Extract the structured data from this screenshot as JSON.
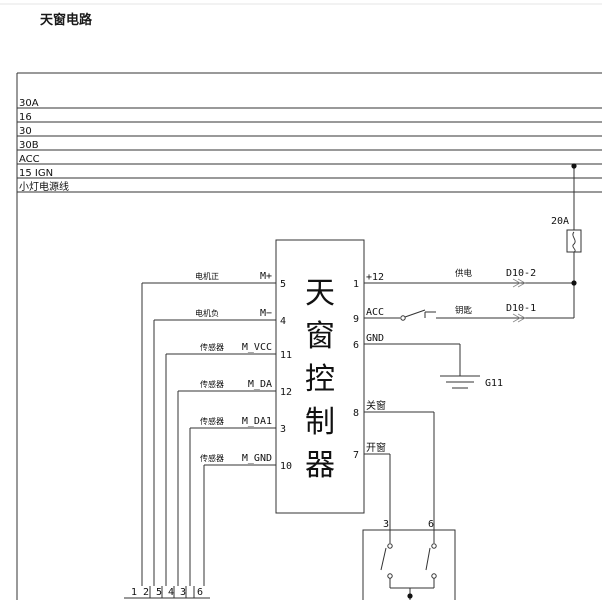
{
  "title": "天窗电路",
  "bus_lines": [
    "30A",
    "16",
    "30",
    "30B",
    "ACC",
    "15  IGN",
    "小灯电源线"
  ],
  "fuse": {
    "rating": "20A"
  },
  "controller": {
    "chars": [
      "天",
      "窗",
      "控",
      "制",
      "器"
    ]
  },
  "left_pins": [
    {
      "desc": "电机正",
      "signal": "M+",
      "pin": "5"
    },
    {
      "desc": "电机负",
      "signal": "M−",
      "pin": "4"
    },
    {
      "desc": "传感器",
      "signal": "M_VCC",
      "pin": "11"
    },
    {
      "desc": "传感器",
      "signal": "M_DA",
      "pin": "12"
    },
    {
      "desc": "传感器",
      "signal": "M_DA1",
      "pin": "3"
    },
    {
      "desc": "传感器",
      "signal": "M_GND",
      "pin": "10"
    }
  ],
  "right_pins": [
    {
      "pin": "1",
      "signal": "+12"
    },
    {
      "pin": "9",
      "signal": "ACC"
    },
    {
      "pin": "6",
      "signal": "GND"
    },
    {
      "pin": "8",
      "signal": "关窗"
    },
    {
      "pin": "7",
      "signal": "开窗"
    }
  ],
  "supply": {
    "desc": "供电",
    "code": "D10-2"
  },
  "key": {
    "desc": "钥匙",
    "code": "D10-1"
  },
  "ground": {
    "label": "G11"
  },
  "motor_connector": {
    "pins": [
      "1",
      "2",
      "5",
      "4",
      "3",
      "6"
    ]
  },
  "switch_connector": {
    "pins": [
      "3",
      "6"
    ]
  }
}
